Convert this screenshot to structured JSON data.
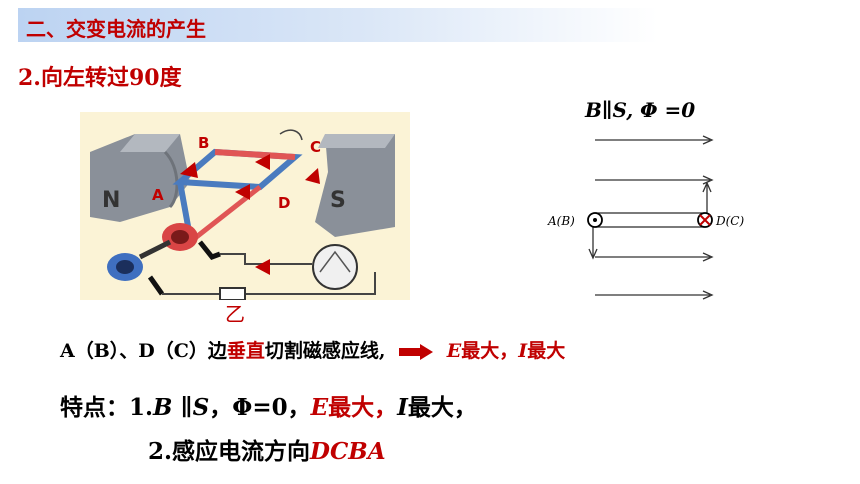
{
  "header": {
    "title": "二、交变电流的产生"
  },
  "subtitle": "2.向左转过90度",
  "photo": {
    "labels": {
      "B": "B",
      "C": "C",
      "A": "A",
      "D": "D",
      "N": "N",
      "S": "S"
    },
    "caption": "乙"
  },
  "diagram": {
    "title": "B∥S,  Φ =0",
    "left_label": "A(B)",
    "right_label": "D(C)"
  },
  "line1": {
    "prefix": "A（B）、D（C）边",
    "emph": "垂直",
    "suffix": "切割磁感应线,",
    "result_e": "E",
    "result_e_text": "最大，",
    "result_i": "I",
    "result_i_text": "最大"
  },
  "line2": {
    "prefix": "特点：1.",
    "b": "B",
    "parallel": " ∥",
    "s": "S",
    "phi": "，Φ=0，",
    "e": "E",
    "e_text": "最大，",
    "i": "I",
    "i_text": "最大，"
  },
  "line3": {
    "prefix": "2.感应电流方向",
    "dir": "DCBA"
  },
  "colors": {
    "accent_red": "#c00000",
    "header_blue": "#bcd3f2"
  }
}
